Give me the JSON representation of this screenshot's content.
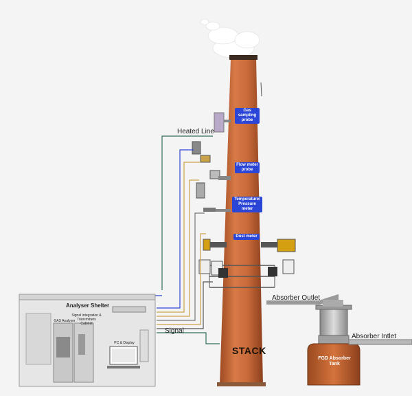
{
  "labels": {
    "heated_line": "Heated Line",
    "signal": "Signal",
    "absorber_outlet": "Absorber Outlet",
    "absorber_inlet": "Absorber Intlet",
    "stack": "STACK"
  },
  "instruments": {
    "gas_sampling_probe": "Gas sampling probe",
    "flow_meter_probe": "Flow meter probe",
    "temp_pressure_meter": "Temperature/ Pressure meter",
    "dust_meter": "Dust meter"
  },
  "shelter": {
    "title": "Analyser Shelter",
    "cabinet_label": "Signal integration & Transmitters Cabinet",
    "gas_analyser": "GAS Analyser",
    "pc_display": "PC & Display"
  },
  "tank": {
    "label": "FGD Absorber Tank"
  },
  "colors": {
    "stack": "#c8693a",
    "tag": "#2b45d6",
    "tank": "#c8652d"
  }
}
